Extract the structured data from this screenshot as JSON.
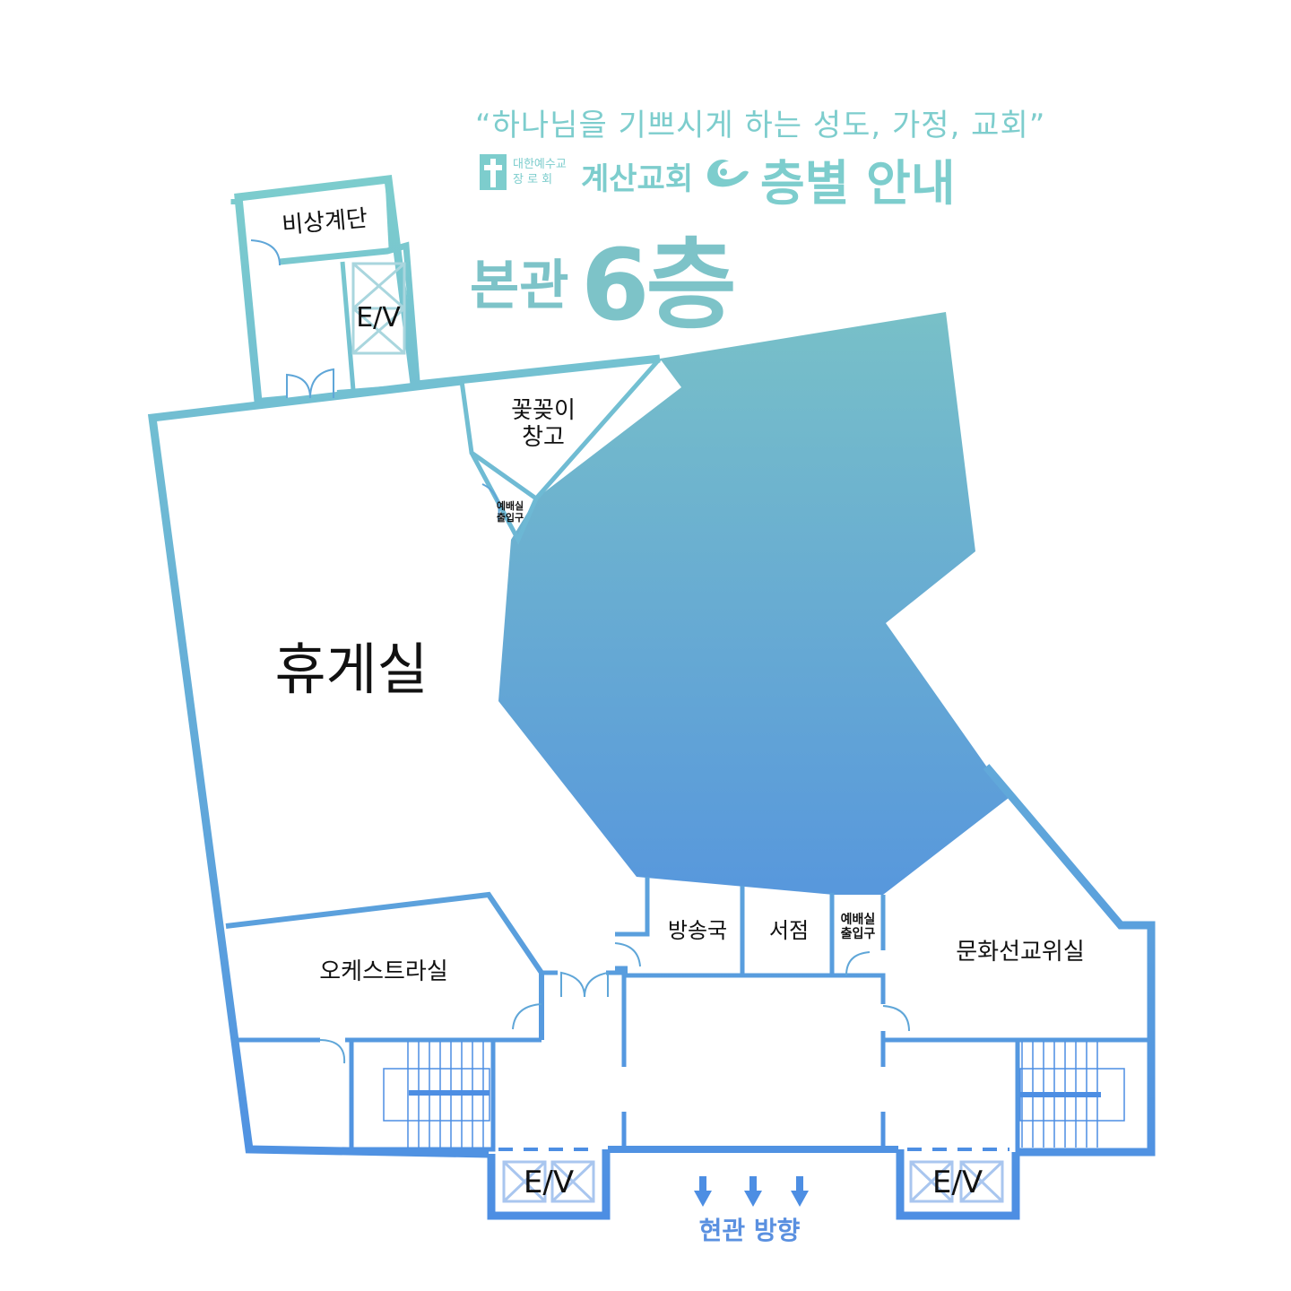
{
  "header": {
    "slogan": "“하나님을 기쁘시게 하는 성도, 가정, 교회”",
    "denomination_line1": "대한예수교",
    "denomination_line2": "장 로 회",
    "church_name": "계산교회",
    "guide_title": "층별 안내",
    "building": "본관",
    "floor": "6층"
  },
  "rooms": {
    "emergency_stairs": "비상계단",
    "elevator_top": "E/V",
    "flower_storage_line1": "꽃꽂이",
    "flower_storage_line2": "창고",
    "worship_entrance_left_line1": "예배실",
    "worship_entrance_left_line2": "출입구",
    "lounge": "휴게실",
    "orchestra_room": "오케스트라실",
    "broadcast_room": "방송국",
    "bookstore": "서점",
    "worship_entrance_right_line1": "예배실",
    "worship_entrance_right_line2": "출입구",
    "culture_mission_room": "문화선교위실",
    "elevator_bottom_left": "E/V",
    "elevator_bottom_right": "E/V"
  },
  "direction": {
    "label": "현관 방향"
  },
  "colors": {
    "wall_top": "#7dcdcd",
    "wall_bottom": "#4d8ee3",
    "sanctuary_top": "#78c0c8",
    "sanctuary_bottom": "#5898dc",
    "text": "#111111"
  },
  "icons": [
    "cross-logo-icon",
    "swirl-logo-icon",
    "arrow-down-icon"
  ]
}
